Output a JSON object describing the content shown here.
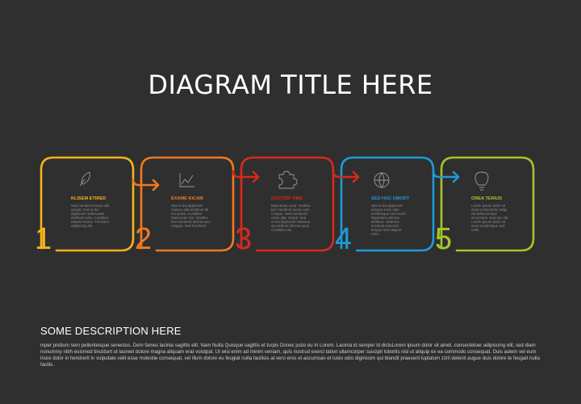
{
  "title": "DIAGRAM TITLE HERE",
  "steps": [
    {
      "number": "1",
      "title": "KLISEM ETIRED",
      "color": "#f6b31b",
      "icon": "leaves-icon",
      "lines": [
        "Nam hendrerit nisus ulla",
        "Suspit. Sed ut dui",
        "dignissim malesuada",
        "eleifend nulla. Curabitur",
        "Mauris lacinia, Tincidunt",
        "adipiscing elit."
      ]
    },
    {
      "number": "2",
      "title": "EXAME KICAM",
      "color": "#f2791f",
      "icon": "chart-icon",
      "lines": [
        "Sed ut dui dignissim",
        "malesu ada eleifend nib",
        "nisi porta. Curabitur",
        "Maecenas nisi. Vestibu-",
        "lum hendrerit lacinia sem",
        "congue. Sed hendrerit"
      ]
    },
    {
      "number": "3",
      "title": "DOCTOR TIME",
      "color": "#d72a1d",
      "icon": "puzzle-icon",
      "lines": [
        "Maecenas curat. Vestibu-",
        "lum hendrerit luctus sem",
        "congue. Nam hendrerit",
        "nisus ulla. Suspit. Sed",
        "ut dui dignissim malesua-",
        "da eleifend ultricies quis.",
        "Curabitur dui."
      ]
    },
    {
      "number": "4",
      "title": "SED HAC UMORT",
      "color": "#1e9ad6",
      "icon": "globe-icon",
      "lines": [
        "Sed ut dui dignissim",
        "tempus enim odio",
        "scelerisque sed morbi.",
        "Dignissim ultricies",
        "eleifend. Vivamus",
        "tincidunt erat sed,",
        "tempor sem aliquet",
        "urna."
      ]
    },
    {
      "number": "5",
      "title": "ONEA TERIUS",
      "color": "#a8c52a",
      "icon": "lightbulb-icon",
      "lines": [
        "Lorem ipsum dolor sit",
        "amet consectetur adipi",
        "elit tellus tempor",
        "accumsan. Sed hac elit",
        "Lorem ipsum dolor sit",
        "amet scelerisque sed",
        "nulla."
      ]
    }
  ],
  "description": {
    "heading": "SOME DESCRIPTION HERE",
    "body": "mper pretium sem pellentesque senectus. Dem fames lacinia sagittis elit. Nam Nulla Quisque sagittis et turpis Donec justo eu In Lorem. Lacinia id semper id dictuLorem ipsum dolor sit amet, consectetuer adipiscing elit, sed diam nonummy nibh euismod tincidunt ut laoreet dolore magna aliquam erat volutpat. Ut wisi enim ad minim veniam, quis nostrud exerci tation ullamcorper suscipit lobortis nisl ut aliquip ex ea commodo consequat. Duis autem vel eum iriure dolor in hendrerit in vulputate velit esse molestie consequat, vel illum dolore eu feugiat nulla facilisis at vero eros et accumsan et iusto odio dignissim qui blandit praesent luptatum zzril delenit augue duis dolore te feugait nulla facilis."
  }
}
